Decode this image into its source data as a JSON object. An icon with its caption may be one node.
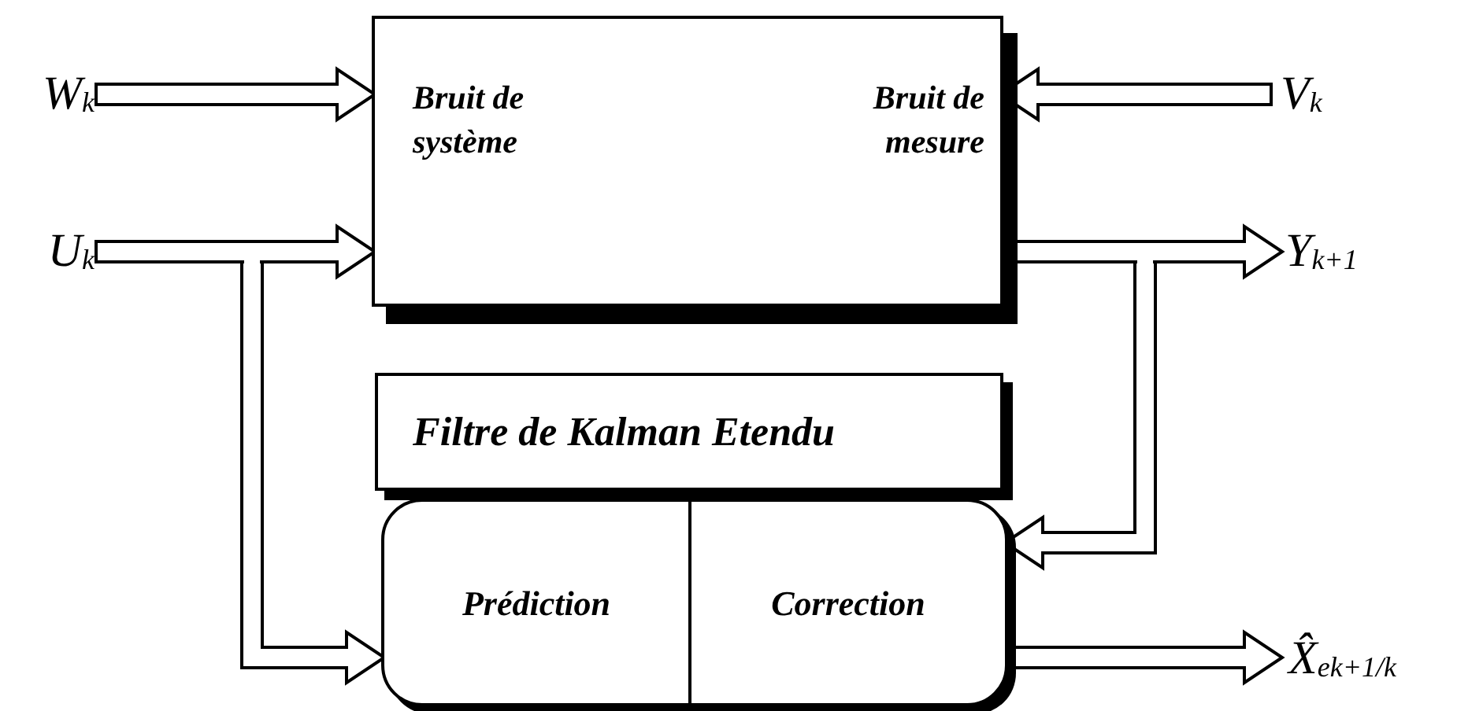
{
  "diagram": {
    "nodes": [
      {
        "text": [
          "Bruit de système",
          "Bruit de mesure"
        ]
      },
      {
        "text": [
          "Filtre de Kalman Etendu"
        ]
      },
      {
        "text": [
          "Prédiction",
          "Correction"
        ]
      },
      {
        "text": [
          "W$_{k}$"
        ]
      },
      {
        "text": [
          "U$_{k}$"
        ]
      },
      {
        "text": [
          "V$_{k}$"
        ]
      },
      {
        "text": [
          "Y$_{k+1}$"
        ]
      },
      {
        "text": [
          "X̂$_{e}$$_{k+1/k}$"
        ]
      }
    ],
    "edges": [
      {
        "from": 3,
        "to": 0,
        "arrow": "to"
      },
      {
        "from": 4,
        "to": 0,
        "arrow": "to"
      },
      {
        "from": 5,
        "to": 0,
        "arrow": "to"
      },
      {
        "from": 0,
        "to": 6,
        "arrow": "to"
      },
      {
        "from": 4,
        "to": 2,
        "arrow": "to"
      },
      {
        "from": 6,
        "to": 2,
        "arrow": "to"
      },
      {
        "from": 2,
        "to": 7,
        "arrow": "to"
      }
    ]
  }
}
